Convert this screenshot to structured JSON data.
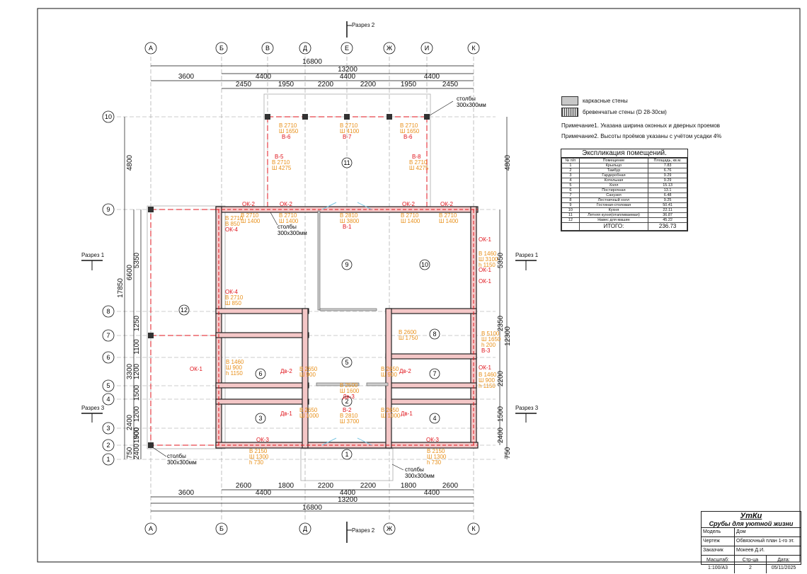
{
  "axes": [
    "А",
    "Б",
    "В",
    "Д",
    "Е",
    "Ж",
    "И",
    "К"
  ],
  "rows": [
    "10",
    "9",
    "8",
    "7",
    "6",
    "5",
    "4",
    "3",
    "2",
    "1"
  ],
  "dims": {
    "top_total": "16800",
    "top_mid": "13200",
    "top_a": "3600",
    "top_b": "4400",
    "top_c": "4400",
    "top_d": "4400",
    "top_e": [
      "2450",
      "1950",
      "2200",
      "2200",
      "1950",
      "2450"
    ],
    "bot_total": "16800",
    "bot_mid": "13200",
    "bot_a": "3600",
    "bot_b": "4400",
    "bot_c": "4400",
    "bot_d": "4400",
    "bot_e": [
      "2600",
      "1800",
      "2200",
      "2200",
      "1800",
      "2600"
    ],
    "left_total": "17850",
    "left_a": "4800",
    "left_b": "6600",
    "left_c": "3300",
    "left_d": "2400",
    "left_e": "750",
    "left_f": [
      "5350",
      "1250",
      "1100",
      "1200",
      "1500",
      "1200",
      "1500",
      "2400",
      "900"
    ],
    "right_a": "4800",
    "right_b": "12300",
    "right_c": "750",
    "right_f": [
      "5350",
      "2350",
      "2200",
      "1500",
      "2400"
    ]
  },
  "section_labels": {
    "s2": "Разрез 2",
    "s1": "Разрез 1",
    "s3": "Разрез 3"
  },
  "room_numbers": [
    "1",
    "2",
    "3",
    "4",
    "5",
    "6",
    "7",
    "8",
    "9",
    "10",
    "11",
    "12"
  ],
  "callouts": {
    "posts": "столбы",
    "posts_size": "300х300мм"
  },
  "openings": {
    "ok2": "ОК-2",
    "ok4": "ОК-4",
    "ok1": "ОК-1",
    "ok3": "ОК-3",
    "v6": "В-6",
    "v7": "В-7",
    "v5": "В-5",
    "v8": "В-8",
    "v1": "В-1",
    "v2": "В-2",
    "v3": "В-3",
    "dv1": "Дв-1",
    "dv2": "Дв-2",
    "dv3": "Дв-3",
    "b2710": "В 2710",
    "sh1650": "Ш 1650",
    "sh4100": "Ш 4100",
    "sh4275": "Ш 4275",
    "sh1400": "Ш 1400",
    "b2810": "В 2810",
    "sh3800": "Ш 3800",
    "b850": "В 850",
    "sh850": "Ш 850",
    "b1460": "В 1460",
    "sh3100": "Ш 3100",
    "h1150": "h 1150",
    "b2600": "В 2600",
    "sh1750": "Ш 1750",
    "b5100": "В 5100",
    "h200": "h 200",
    "sh900": "Ш 900",
    "b2650": "В 2650",
    "b2500": "В 2500",
    "sh1600": "Ш 1600",
    "sh1000": "Ш 1000",
    "sh3700": "Ш 3700",
    "b2150": "В 2150",
    "sh1300": "Ш 1300",
    "h730": "h 730"
  },
  "legend": {
    "frame": "каркасные стены",
    "log": "бревенчатые стены (D 28-30см)"
  },
  "notes": {
    "n1": "Примечание1. Указана ширина оконных и дверных проемов",
    "n2": "Примечание2.  Высоты проёмов указаны с учётом усадки  4%"
  },
  "explication": {
    "title": "Экспликация помещений.",
    "headers": [
      "№ п/п",
      "Помещение",
      "Площадь, кв.м."
    ],
    "rows": [
      [
        "1",
        "Крыльцо",
        "7.83"
      ],
      [
        "2",
        "Тамбур",
        "6.76"
      ],
      [
        "3",
        "Гардеробная",
        "9.29"
      ],
      [
        "4",
        "Котельная",
        "9.29"
      ],
      [
        "5",
        "Холл",
        "15.13"
      ],
      [
        "6",
        "Постирочная",
        "13.1"
      ],
      [
        "7",
        "Санузел",
        "6.48"
      ],
      [
        "8",
        "Лестничный холл",
        "9.25"
      ],
      [
        "9",
        "Гостиная-столовая",
        "50.41"
      ],
      [
        "10",
        "Кухня",
        "22.11"
      ],
      [
        "11",
        "Летняя кухня(отапливаемая)",
        "36.87"
      ],
      [
        "12",
        "Навес для машин",
        "45.22"
      ]
    ],
    "total_label": "ИТОГО:",
    "total": "236.73"
  },
  "stamp": {
    "brand": "УтКи",
    "slogan": "Срубы для уютной жизни",
    "model_k": "Модель",
    "model_v": "Дом",
    "drawing_k": "Чертеж",
    "drawing_v": "Обвязочный план 1-го эт.",
    "client_k": "Заказчик",
    "client_v": "Мокеев Д.И.",
    "scale_k": "Масштаб:",
    "scale_v": "1:100/А3",
    "page_k": "Стр-ца",
    "page_v": "2",
    "date_k": "Дата:",
    "date_v": "05/11/2025"
  },
  "colors": {
    "log_wall": "#e0151c",
    "wall_dark": "#222222",
    "opening_text": "#e8901a",
    "label_red": "#e0151c",
    "glazing": "#7ec8e3"
  }
}
